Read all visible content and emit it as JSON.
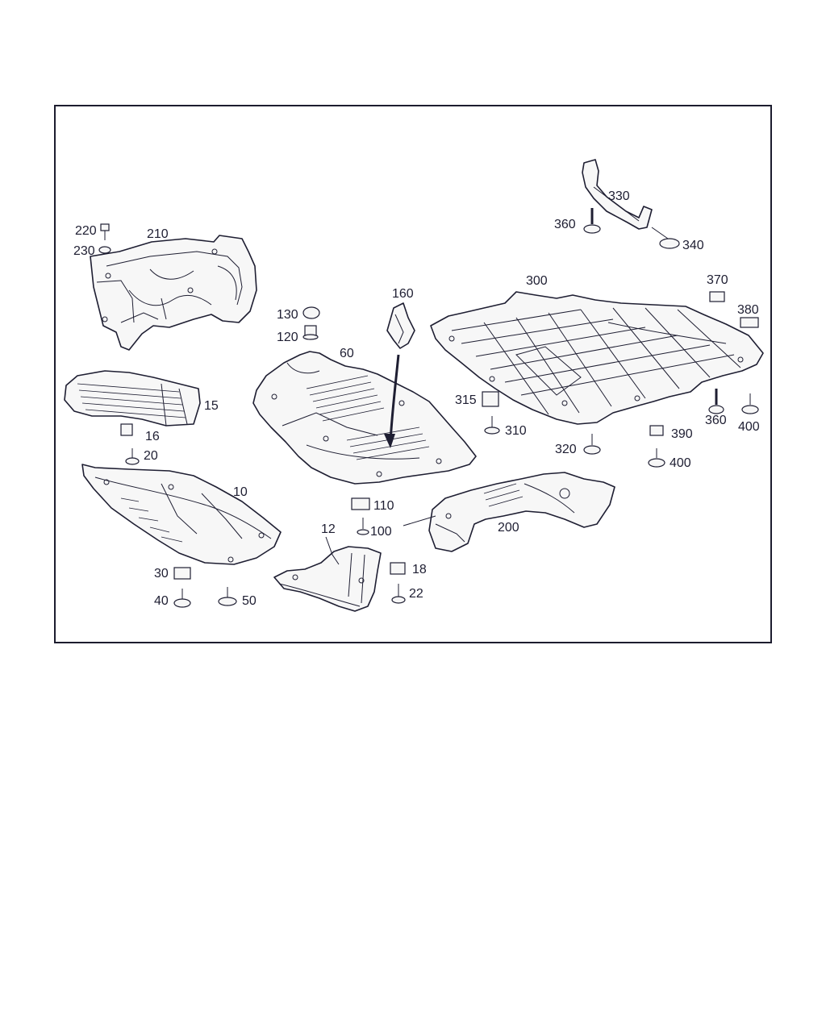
{
  "diagram": {
    "callouts": [
      {
        "id": "c220",
        "label": "220"
      },
      {
        "id": "c230",
        "label": "230"
      },
      {
        "id": "c210",
        "label": "210"
      },
      {
        "id": "c130",
        "label": "130"
      },
      {
        "id": "c120",
        "label": "120"
      },
      {
        "id": "c60",
        "label": "60"
      },
      {
        "id": "c160",
        "label": "160"
      },
      {
        "id": "c330",
        "label": "330"
      },
      {
        "id": "c360a",
        "label": "360"
      },
      {
        "id": "c340",
        "label": "340"
      },
      {
        "id": "c300",
        "label": "300"
      },
      {
        "id": "c370",
        "label": "370"
      },
      {
        "id": "c380",
        "label": "380"
      },
      {
        "id": "c15",
        "label": "15"
      },
      {
        "id": "c16",
        "label": "16"
      },
      {
        "id": "c20",
        "label": "20"
      },
      {
        "id": "c315",
        "label": "315"
      },
      {
        "id": "c310",
        "label": "310"
      },
      {
        "id": "c360b",
        "label": "360"
      },
      {
        "id": "c400a",
        "label": "400"
      },
      {
        "id": "c320",
        "label": "320"
      },
      {
        "id": "c390",
        "label": "390"
      },
      {
        "id": "c400b",
        "label": "400"
      },
      {
        "id": "c10",
        "label": "10"
      },
      {
        "id": "c110",
        "label": "110"
      },
      {
        "id": "c100",
        "label": "100"
      },
      {
        "id": "c200",
        "label": "200"
      },
      {
        "id": "c12",
        "label": "12"
      },
      {
        "id": "c18",
        "label": "18"
      },
      {
        "id": "c22",
        "label": "22"
      },
      {
        "id": "c30",
        "label": "30"
      },
      {
        "id": "c40",
        "label": "40"
      },
      {
        "id": "c50",
        "label": "50"
      }
    ]
  }
}
